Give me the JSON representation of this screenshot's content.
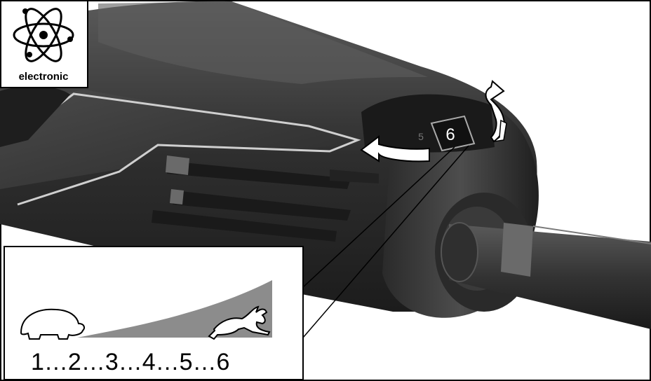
{
  "logo": {
    "label": "electronic",
    "icon": "atom-icon"
  },
  "dial": {
    "visible_number": "6",
    "prev_number": "5",
    "icons": [
      "rotate-arrow-icon",
      "rotate-arrow-icon"
    ]
  },
  "speed_scale": {
    "text": "1…2…3…4…5…6",
    "low_icon": "turtle-icon",
    "high_icon": "rabbit-icon"
  },
  "colors": {
    "tool_body": "#3a3a3a",
    "wedge": "#8c8c8c",
    "outline": "#000000"
  }
}
